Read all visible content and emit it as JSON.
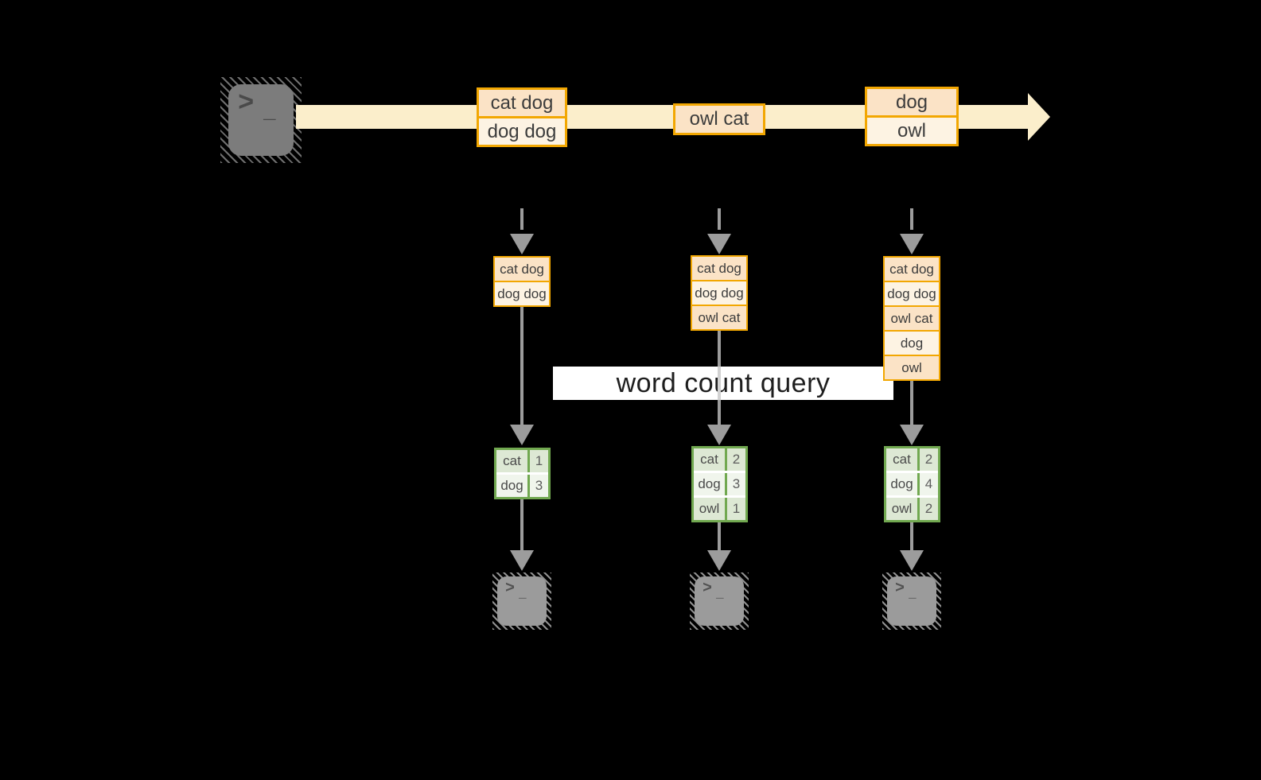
{
  "icons": {
    "source": "terminal-prompt-icon",
    "sink": "terminal-prompt-icon",
    "stream_axis": "right-arrow",
    "flow": "down-arrow"
  },
  "colors": {
    "background": "#000000",
    "accent_orange": "#f2a702",
    "peach_fill": "#fbe3c6",
    "cream_fill": "#fdf3e3",
    "stream_band": "#fbeecb",
    "green_border": "#71a850",
    "green_cell_dark": "#dde8d4",
    "green_cell_light": "#f0f5ec",
    "arrow_gray": "#9c9c9c",
    "banner_bg": "#ffffff"
  },
  "terminal_glyph": {
    "chevron": ">",
    "underscore": "_"
  },
  "stream": {
    "groups": [
      {
        "messages": [
          "cat dog",
          "dog dog"
        ]
      },
      {
        "messages": [
          "owl cat"
        ]
      },
      {
        "messages": [
          "dog",
          "owl"
        ]
      }
    ]
  },
  "banner": {
    "label": "word count query"
  },
  "columns": [
    {
      "buffer": [
        "cat dog",
        "dog dog"
      ],
      "counts": [
        {
          "word": "cat",
          "count": "1"
        },
        {
          "word": "dog",
          "count": "3"
        }
      ]
    },
    {
      "buffer": [
        "cat dog",
        "dog dog",
        "owl cat"
      ],
      "counts": [
        {
          "word": "cat",
          "count": "2"
        },
        {
          "word": "dog",
          "count": "3"
        },
        {
          "word": "owl",
          "count": "1"
        }
      ]
    },
    {
      "buffer": [
        "cat dog",
        "dog dog",
        "owl cat",
        "dog",
        "owl"
      ],
      "counts": [
        {
          "word": "cat",
          "count": "2"
        },
        {
          "word": "dog",
          "count": "4"
        },
        {
          "word": "owl",
          "count": "2"
        }
      ]
    }
  ]
}
